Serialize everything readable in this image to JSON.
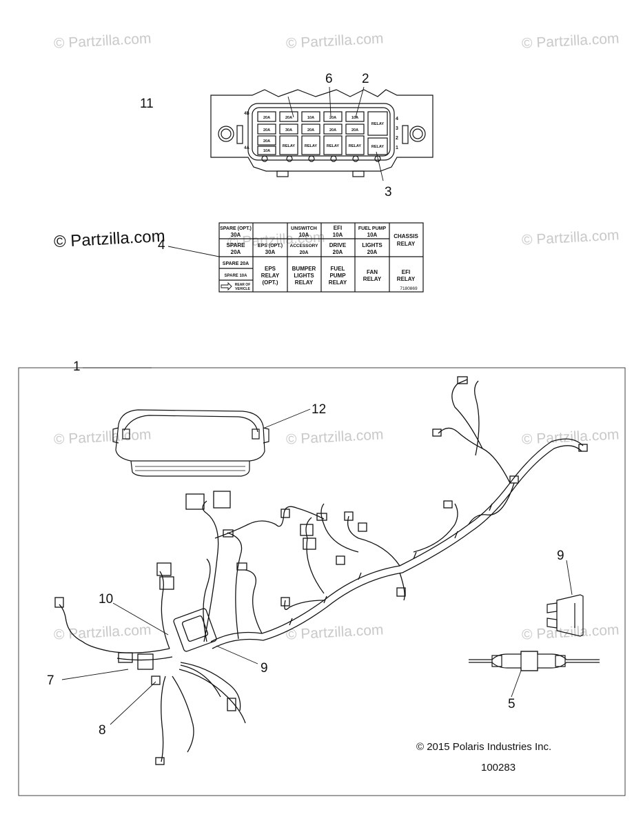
{
  "watermarks": [
    "© Partzilla.com",
    "© Partzilla.com",
    "© Partzilla.com",
    "© Partzilla.com",
    "© Partzilla.com",
    "© Partzilla.com",
    "© Partzilla.com",
    "© Partzilla.com",
    "© Partzilla.com",
    "© Partzilla.com",
    "© Partzilla.com",
    "© Partzilla.com"
  ],
  "callouts": {
    "c11": "11",
    "c6": "6",
    "c2": "2",
    "c3": "3",
    "c4": "4",
    "c1": "1",
    "c12": "12",
    "c9a": "9",
    "c10": "10",
    "c7": "7",
    "c8": "8",
    "c9b": "9",
    "c5": "5"
  },
  "fuse_box": {
    "row1": [
      "20A",
      "20A",
      "10A",
      "20A",
      "10A",
      "RELAY"
    ],
    "row2": [
      "20A",
      "30A",
      "20A",
      "20A",
      "20A"
    ],
    "row3": [
      "20A",
      "RELAY",
      "RELAY",
      "RELAY",
      "RELAY",
      "RELAY"
    ],
    "row4": [
      "10A"
    ],
    "side_left": [
      "4B",
      "4A"
    ],
    "side_right": [
      "4",
      "3",
      "2",
      "1"
    ]
  },
  "label": {
    "r1c1a": "SPARE (OPT.)",
    "r1c1b": "30A",
    "r1c3a": "UNSWITCH",
    "r1c3b": "10A",
    "r1c4a": "EFI",
    "r1c4b": "10A",
    "r1c5a": "FUEL PUMP",
    "r1c5b": "10A",
    "r12c6a": "CHASSIS",
    "r12c6b": "RELAY",
    "r2c1a": "SPARE",
    "r2c1b": "20A",
    "r2c2a": "EPS (OPT.)",
    "r2c2b": "30A",
    "r2c3a": "ACCESSORY",
    "r2c3b": "20A",
    "r2c4a": "DRIVE",
    "r2c4b": "20A",
    "r2c5a": "LIGHTS",
    "r2c5b": "20A",
    "r3c1": "SPARE 20A",
    "r4c1": "SPARE 10A",
    "r5c1a": "REAR OF",
    "r5c1b": "VEHICLE",
    "c2a": "EPS",
    "c2b": "RELAY",
    "c2c": "(OPT.)",
    "c3a": "BUMPER",
    "c3b": "LIGHTS",
    "c3c": "RELAY",
    "c4a": "FUEL",
    "c4b": "PUMP",
    "c4c": "RELAY",
    "c5a": "FAN",
    "c5b": "RELAY",
    "c6a": "EFI",
    "c6b": "RELAY",
    "part_no": "7180869"
  },
  "footer": {
    "copyright": "© 2015 Polaris Industries Inc.",
    "diagram_id": "100283"
  }
}
